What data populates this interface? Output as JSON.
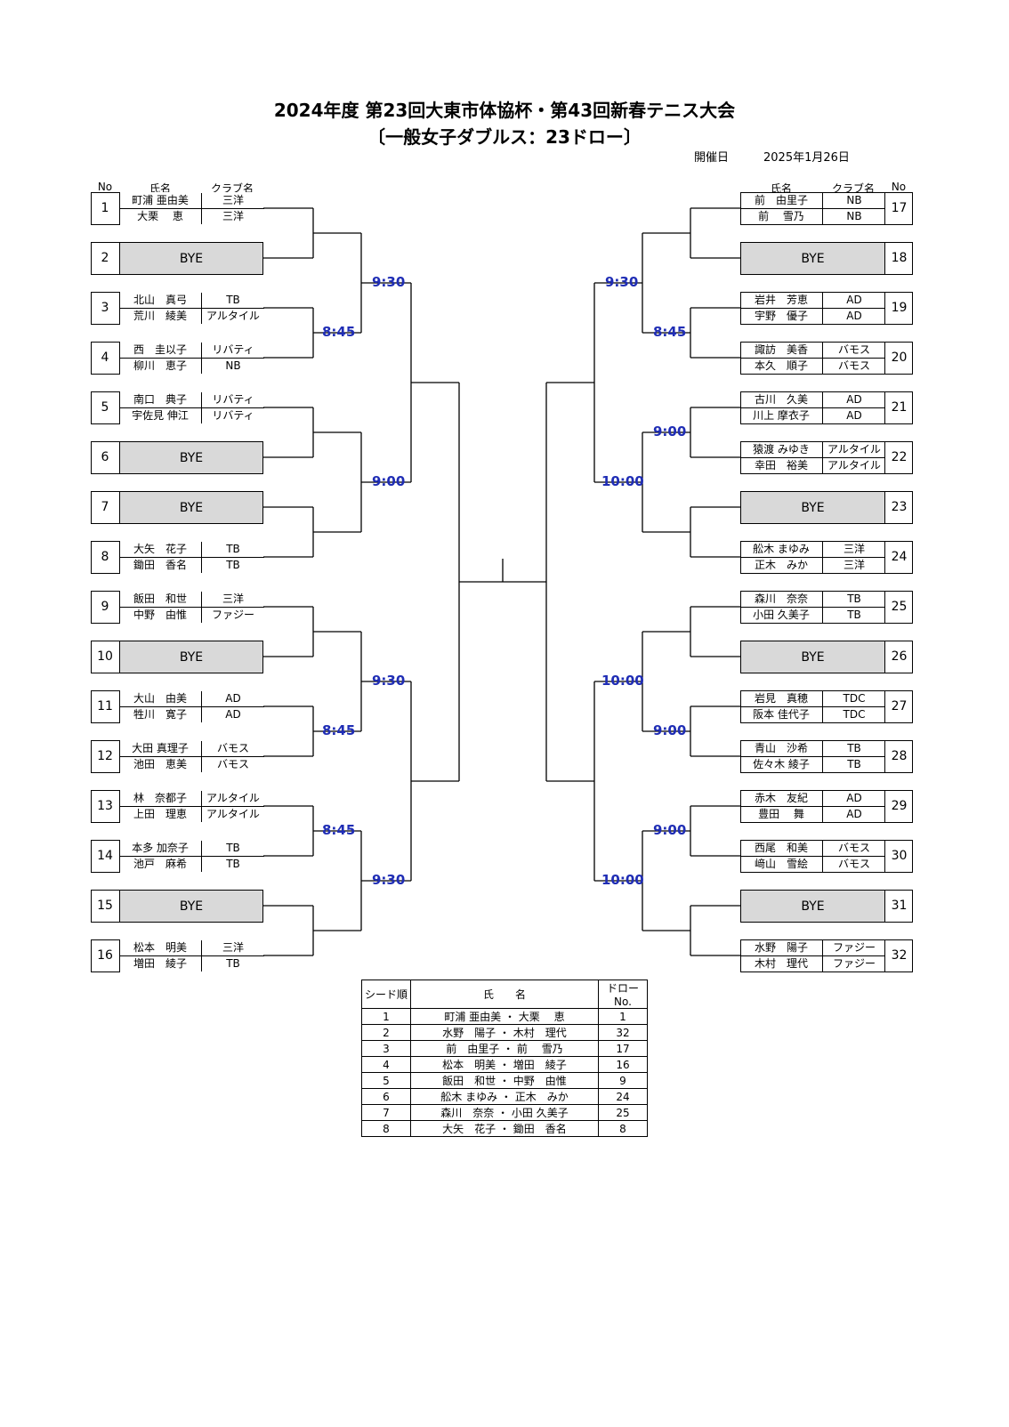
{
  "title_line1": "2024年度 第23回大東市体協杯・第43回新春テニス大会",
  "title_line2": "〔一般女子ダブルス：23ドロー〕",
  "date_label": "開催日",
  "date_value": "2025年1月26日",
  "headers": {
    "no": "No",
    "name": "氏名",
    "club": "クラブ名"
  },
  "bye_label": "BYE",
  "entries": [
    {
      "no": "1",
      "players": [
        [
          "町浦 亜由美",
          "三洋"
        ],
        [
          "大栗　 恵",
          "三洋"
        ]
      ]
    },
    {
      "no": "2",
      "bye": true
    },
    {
      "no": "3",
      "players": [
        [
          "北山　真弓",
          "TB"
        ],
        [
          "荒川　綾美",
          "アルタイル"
        ]
      ]
    },
    {
      "no": "4",
      "players": [
        [
          "西　圭以子",
          "リバティ"
        ],
        [
          "柳川　恵子",
          "NB"
        ]
      ]
    },
    {
      "no": "5",
      "players": [
        [
          "南口　典子",
          "リバティ"
        ],
        [
          "宇佐見 伸江",
          "リバティ"
        ]
      ]
    },
    {
      "no": "6",
      "bye": true
    },
    {
      "no": "7",
      "bye": true
    },
    {
      "no": "8",
      "players": [
        [
          "大矢　花子",
          "TB"
        ],
        [
          "鋤田　香名",
          "TB"
        ]
      ]
    },
    {
      "no": "9",
      "players": [
        [
          "飯田　和世",
          "三洋"
        ],
        [
          "中野　由惟",
          "ファジー"
        ]
      ]
    },
    {
      "no": "10",
      "bye": true
    },
    {
      "no": "11",
      "players": [
        [
          "大山　由美",
          "AD"
        ],
        [
          "牲川　寛子",
          "AD"
        ]
      ]
    },
    {
      "no": "12",
      "players": [
        [
          "大田 真理子",
          "バモス"
        ],
        [
          "池田　恵美",
          "バモス"
        ]
      ]
    },
    {
      "no": "13",
      "players": [
        [
          "林　奈都子",
          "アルタイル"
        ],
        [
          "上田　理恵",
          "アルタイル"
        ]
      ]
    },
    {
      "no": "14",
      "players": [
        [
          "本多 加奈子",
          "TB"
        ],
        [
          "池戸　麻希",
          "TB"
        ]
      ]
    },
    {
      "no": "15",
      "bye": true
    },
    {
      "no": "16",
      "players": [
        [
          "松本　明美",
          "三洋"
        ],
        [
          "増田　綾子",
          "TB"
        ]
      ]
    },
    {
      "no": "17",
      "players": [
        [
          "前　由里子",
          "NB"
        ],
        [
          "前　 雪乃",
          "NB"
        ]
      ]
    },
    {
      "no": "18",
      "bye": true
    },
    {
      "no": "19",
      "players": [
        [
          "岩井　芳恵",
          "AD"
        ],
        [
          "宇野　優子",
          "AD"
        ]
      ]
    },
    {
      "no": "20",
      "players": [
        [
          "諏訪　美香",
          "バモス"
        ],
        [
          "本久　順子",
          "バモス"
        ]
      ]
    },
    {
      "no": "21",
      "players": [
        [
          "古川　久美",
          "AD"
        ],
        [
          "川上 摩衣子",
          "AD"
        ]
      ]
    },
    {
      "no": "22",
      "players": [
        [
          "猿渡 みゆき",
          "アルタイル"
        ],
        [
          "幸田　裕美",
          "アルタイル"
        ]
      ]
    },
    {
      "no": "23",
      "bye": true
    },
    {
      "no": "24",
      "players": [
        [
          "舩木 まゆみ",
          "三洋"
        ],
        [
          "正木　みか",
          "三洋"
        ]
      ]
    },
    {
      "no": "25",
      "players": [
        [
          "森川　奈奈",
          "TB"
        ],
        [
          "小田 久美子",
          "TB"
        ]
      ]
    },
    {
      "no": "26",
      "bye": true
    },
    {
      "no": "27",
      "players": [
        [
          "岩見　真穂",
          "TDC"
        ],
        [
          "阪本 佳代子",
          "TDC"
        ]
      ]
    },
    {
      "no": "28",
      "players": [
        [
          "青山　沙希",
          "TB"
        ],
        [
          "佐々木 綾子",
          "TB"
        ]
      ]
    },
    {
      "no": "29",
      "players": [
        [
          "赤木　友紀",
          "AD"
        ],
        [
          "豊田　 舞",
          "AD"
        ]
      ]
    },
    {
      "no": "30",
      "players": [
        [
          "西尾　和美",
          "バモス"
        ],
        [
          "﨑山　雪絵",
          "バモス"
        ]
      ]
    },
    {
      "no": "31",
      "bye": true
    },
    {
      "no": "32",
      "players": [
        [
          "水野　陽子",
          "ファジー"
        ],
        [
          "木村　理代",
          "ファジー"
        ]
      ]
    }
  ],
  "times_left": [
    {
      "round": 1,
      "pair": 2,
      "time": "8:45"
    },
    {
      "round": 1,
      "pair": 6,
      "time": "8:45"
    },
    {
      "round": 1,
      "pair": 7,
      "time": "8:45"
    },
    {
      "round": 2,
      "pair": 1,
      "time": "9:30"
    },
    {
      "round": 2,
      "pair": 2,
      "time": "9:00"
    },
    {
      "round": 2,
      "pair": 3,
      "time": "9:30"
    },
    {
      "round": 2,
      "pair": 4,
      "time": "9:30"
    }
  ],
  "times_right": [
    {
      "round": 1,
      "pair": 10,
      "time": "8:45"
    },
    {
      "round": 1,
      "pair": 11,
      "time": "9:00"
    },
    {
      "round": 1,
      "pair": 14,
      "time": "9:00"
    },
    {
      "round": 1,
      "pair": 15,
      "time": "9:00"
    },
    {
      "round": 2,
      "pair": 5,
      "time": "9:30"
    },
    {
      "round": 2,
      "pair": 6,
      "time": "10:00"
    },
    {
      "round": 2,
      "pair": 7,
      "time": "10:00"
    },
    {
      "round": 2,
      "pair": 8,
      "time": "10:00"
    }
  ],
  "seed_table": {
    "headers": [
      "シード順",
      "氏　　名",
      "ドローNo."
    ],
    "rows": [
      [
        "1",
        "町浦 亜由美 ・ 大栗　 恵",
        "1"
      ],
      [
        "2",
        "水野　陽子 ・ 木村　理代",
        "32"
      ],
      [
        "3",
        "前　由里子 ・ 前　 雪乃",
        "17"
      ],
      [
        "4",
        "松本　明美 ・ 増田　綾子",
        "16"
      ],
      [
        "5",
        "飯田　和世 ・ 中野　由惟",
        "9"
      ],
      [
        "6",
        "舩木 まゆみ ・ 正木　みか",
        "24"
      ],
      [
        "7",
        "森川　奈奈 ・ 小田 久美子",
        "25"
      ],
      [
        "8",
        "大矢　花子 ・ 鋤田　香名",
        "8"
      ]
    ]
  }
}
